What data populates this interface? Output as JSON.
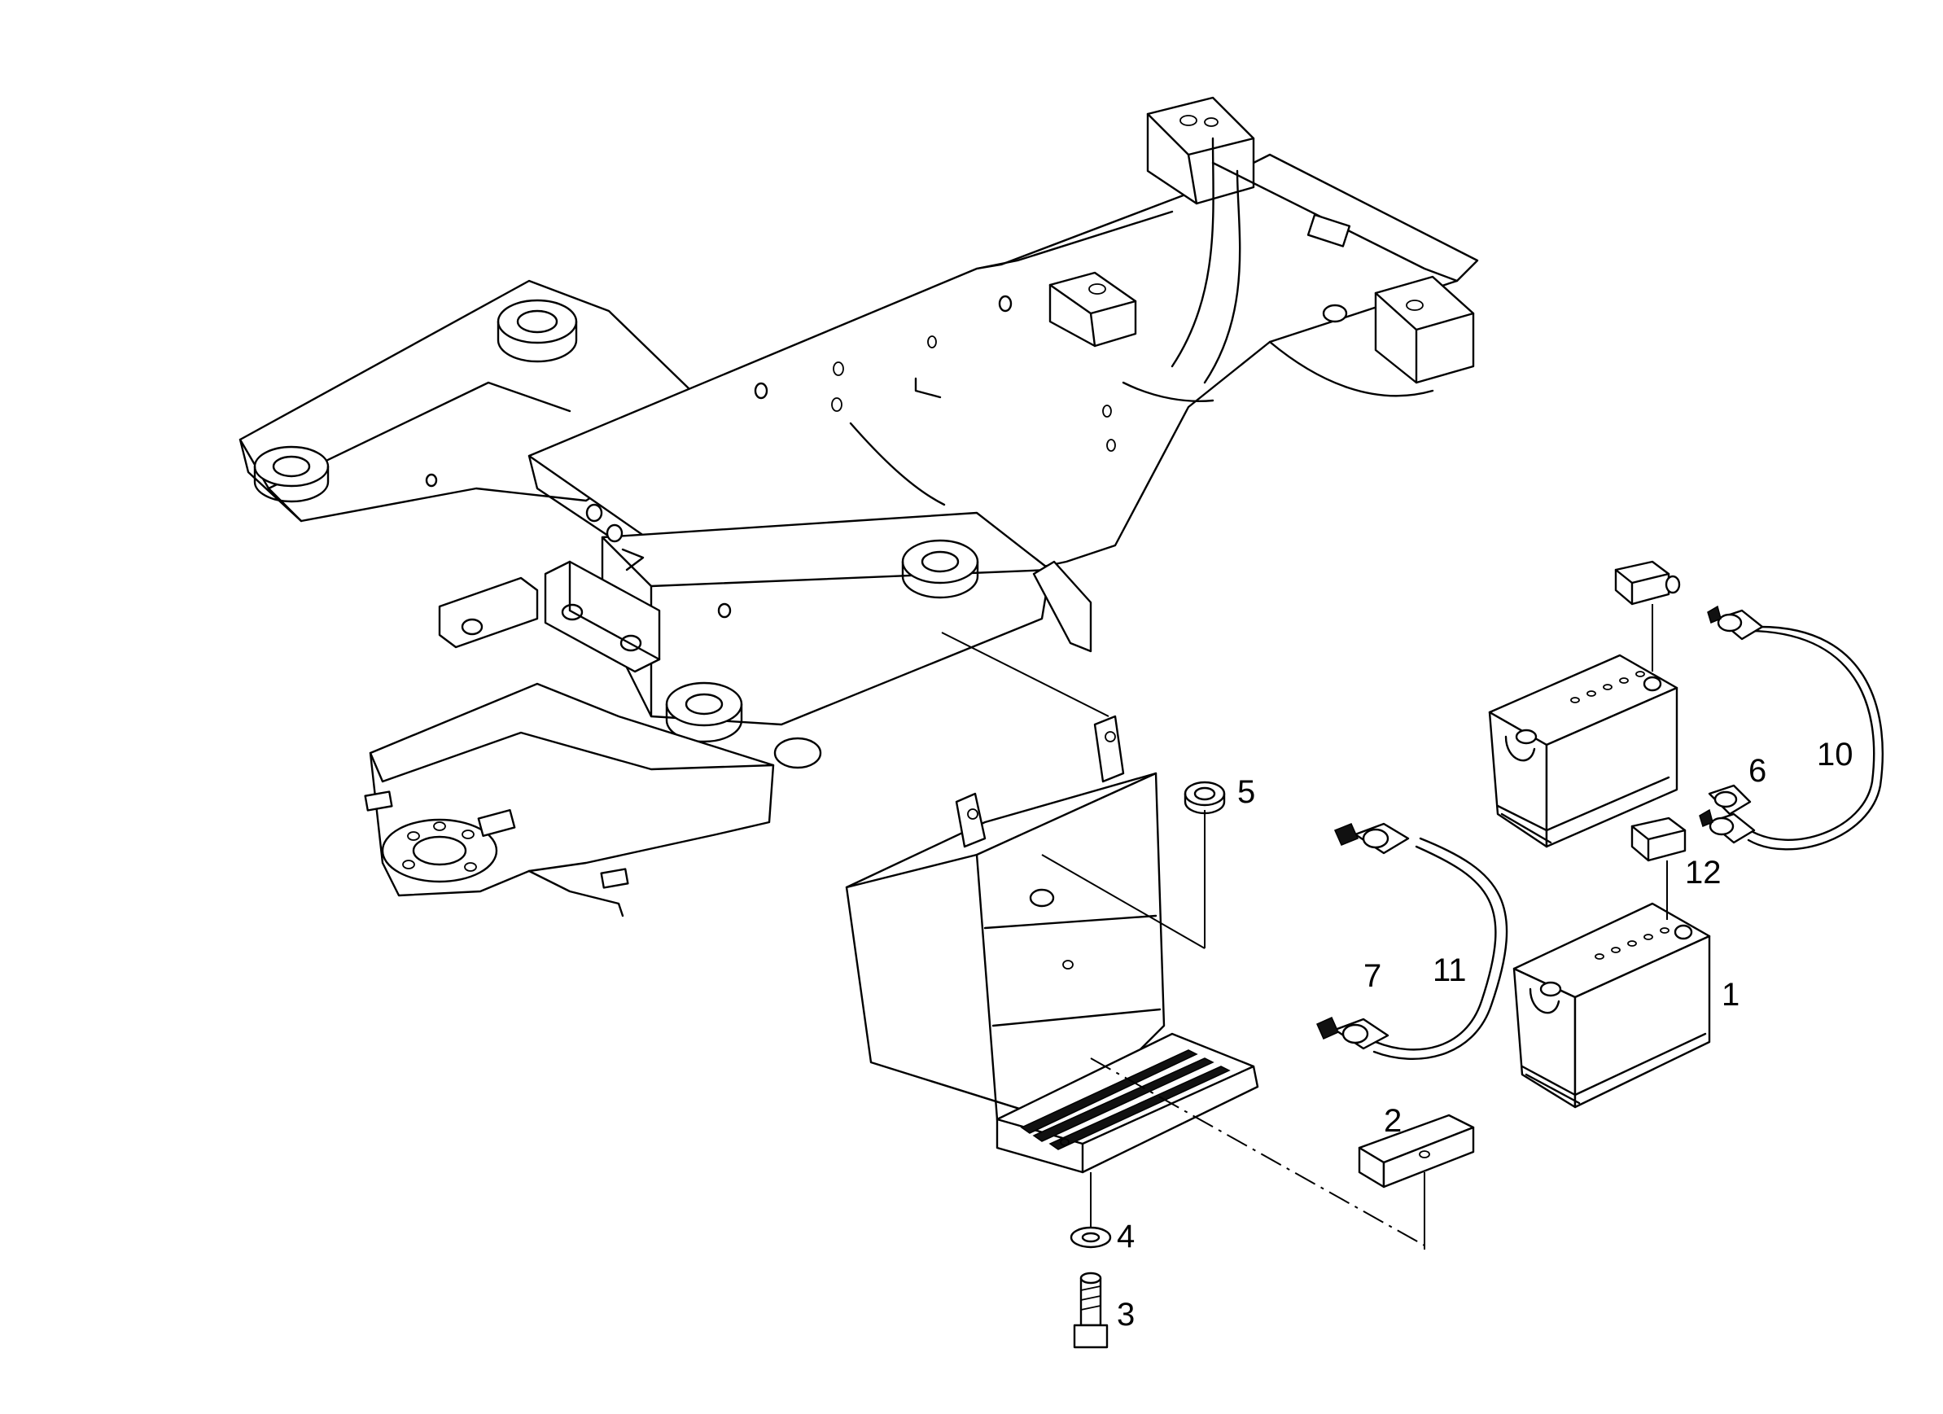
{
  "callouts": [
    {
      "id": "1",
      "text": "1"
    },
    {
      "id": "2",
      "text": "2"
    },
    {
      "id": "3",
      "text": "3"
    },
    {
      "id": "4",
      "text": "4"
    },
    {
      "id": "5",
      "text": "5"
    },
    {
      "id": "6",
      "text": "6"
    },
    {
      "id": "7",
      "text": "7"
    },
    {
      "id": "10",
      "text": "10"
    },
    {
      "id": "11",
      "text": "11"
    },
    {
      "id": "12",
      "text": "12"
    }
  ]
}
